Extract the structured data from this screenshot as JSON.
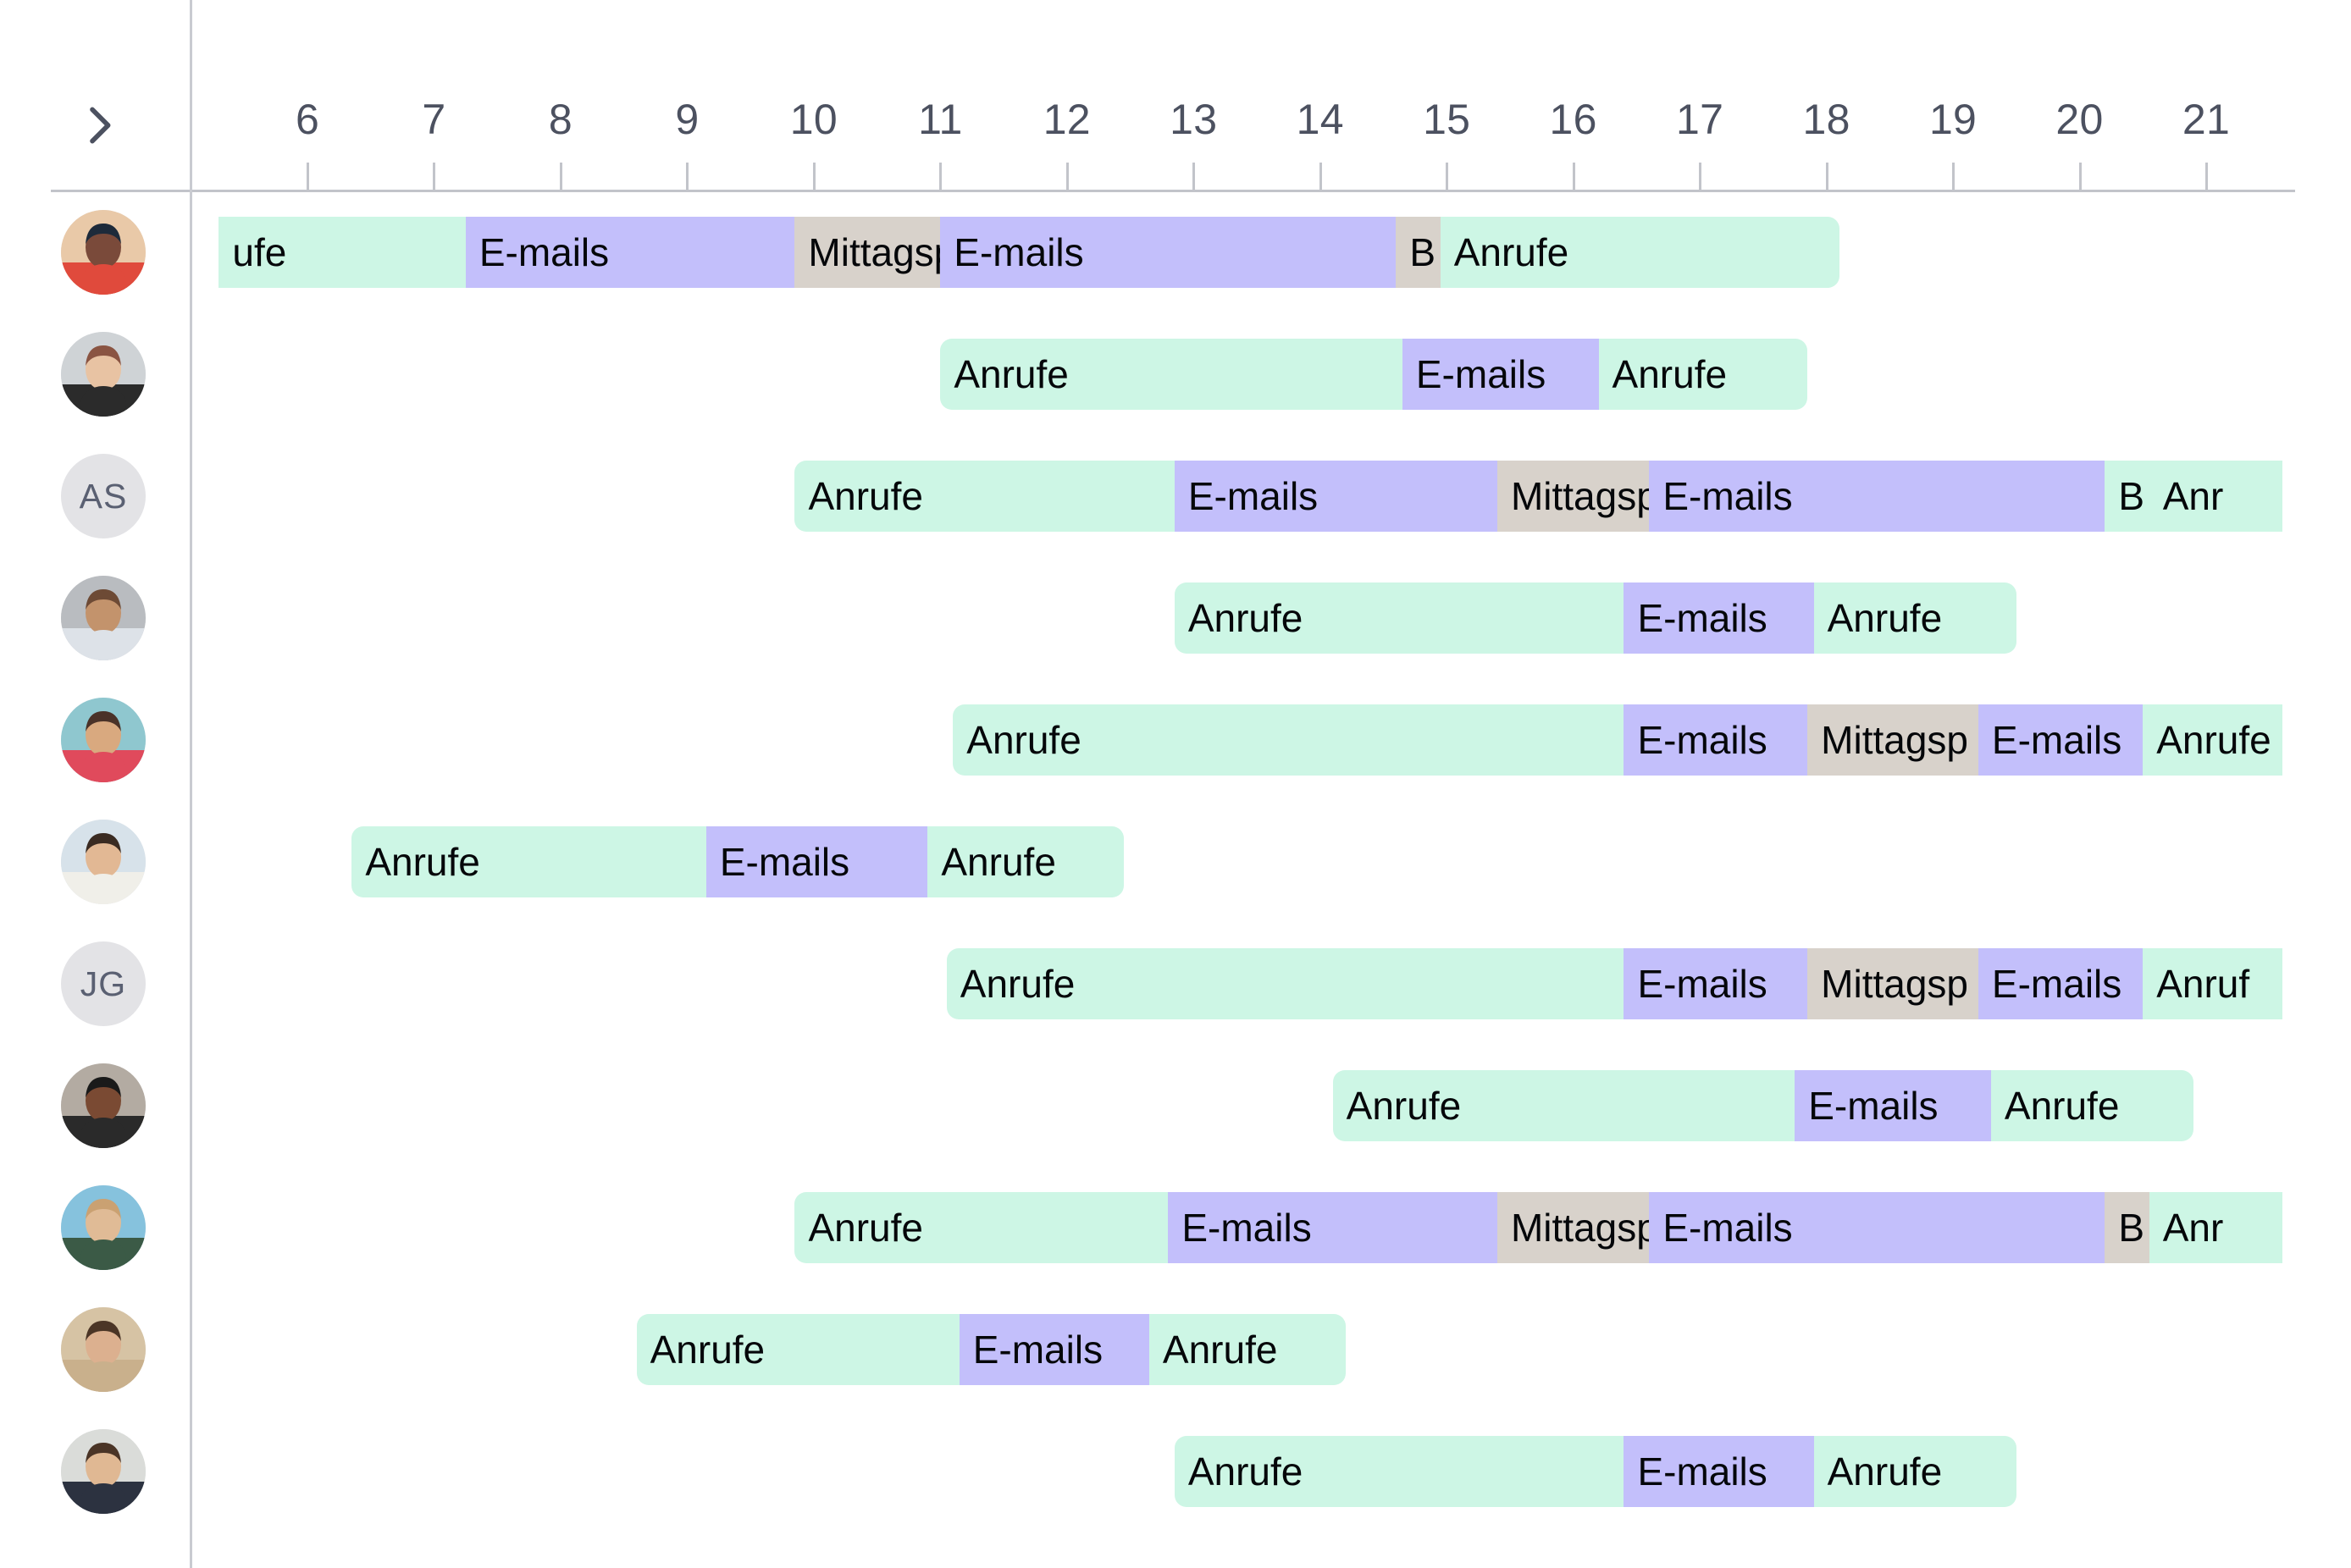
{
  "header": {
    "collapse_icon": "chevron-right-icon",
    "axis": {
      "unit": "hour",
      "ticks": [
        6,
        7,
        8,
        9,
        10,
        11,
        12,
        13,
        14,
        15,
        16,
        17,
        18,
        19,
        20,
        21
      ],
      "tick_labels": [
        "6",
        "7",
        "8",
        "9",
        "10",
        "11",
        "12",
        "13",
        "14",
        "15",
        "16",
        "17",
        "18",
        "19",
        "20",
        "21"
      ],
      "range_start": 5.3,
      "range_end": 21.5
    }
  },
  "colors": {
    "calls": "#cdf6e5",
    "emails": "#c3bffb",
    "break": "#d8d2cb",
    "axis_line": "#c2c4ca",
    "divider": "#c9cbd1",
    "tick_text": "#4c5160",
    "avatar_placeholder_bg": "#e3e3e6",
    "initials_text": "#5a6072"
  },
  "shift_types": {
    "calls": "Anrufe",
    "emails": "E-mails",
    "lunch": "Mittagspause",
    "short_break": "Bildschirmpause"
  },
  "rows": [
    {
      "avatar": {
        "type": "photo",
        "name": "avatar-photo-man-red-headband",
        "initials": ""
      },
      "clipped_left": true,
      "clipped_right": false,
      "segments": [
        {
          "type": "calls",
          "label": "ufe",
          "start": 5.3,
          "end": 7.25
        },
        {
          "type": "emails",
          "label": "E-mails",
          "start": 7.25,
          "end": 9.85
        },
        {
          "type": "break",
          "label": "Mittagsp",
          "start": 9.85,
          "end": 11.0
        },
        {
          "type": "emails",
          "label": "E-mails",
          "start": 11.0,
          "end": 14.6
        },
        {
          "type": "break",
          "label": "B",
          "start": 14.6,
          "end": 14.95
        },
        {
          "type": "calls",
          "label": "Anrufe",
          "start": 14.95,
          "end": 18.1
        }
      ]
    },
    {
      "avatar": {
        "type": "photo",
        "name": "avatar-photo-man-sunglasses",
        "initials": ""
      },
      "clipped_left": false,
      "clipped_right": false,
      "segments": [
        {
          "type": "calls",
          "label": "Anrufe",
          "start": 11.0,
          "end": 14.65
        },
        {
          "type": "emails",
          "label": "E-mails",
          "start": 14.65,
          "end": 16.2
        },
        {
          "type": "calls",
          "label": "Anrufe",
          "start": 16.2,
          "end": 17.85
        }
      ]
    },
    {
      "avatar": {
        "type": "initials",
        "name": "avatar-initials-as",
        "initials": "AS"
      },
      "clipped_left": false,
      "clipped_right": true,
      "segments": [
        {
          "type": "calls",
          "label": "Anrufe",
          "start": 9.85,
          "end": 12.85
        },
        {
          "type": "emails",
          "label": "E-mails",
          "start": 12.85,
          "end": 15.4
        },
        {
          "type": "break",
          "label": "Mittagsp",
          "start": 15.4,
          "end": 16.6
        },
        {
          "type": "emails",
          "label": "E-mails",
          "start": 16.6,
          "end": 20.2
        },
        {
          "type": "calls",
          "label": "B",
          "start": 20.2,
          "end": 20.55
        },
        {
          "type": "calls",
          "label": "Anr",
          "start": 20.55,
          "end": 21.6
        }
      ]
    },
    {
      "avatar": {
        "type": "photo",
        "name": "avatar-photo-woman-waving",
        "initials": ""
      },
      "clipped_left": false,
      "clipped_right": false,
      "segments": [
        {
          "type": "calls",
          "label": "Anrufe",
          "start": 12.85,
          "end": 16.4
        },
        {
          "type": "emails",
          "label": "E-mails",
          "start": 16.4,
          "end": 17.9
        },
        {
          "type": "calls",
          "label": "Anrufe",
          "start": 17.9,
          "end": 19.5
        }
      ]
    },
    {
      "avatar": {
        "type": "photo",
        "name": "avatar-photo-woman-red-top",
        "initials": ""
      },
      "clipped_left": false,
      "clipped_right": true,
      "segments": [
        {
          "type": "calls",
          "label": "Anrufe",
          "start": 11.1,
          "end": 16.4
        },
        {
          "type": "emails",
          "label": "E-mails",
          "start": 16.4,
          "end": 17.85
        },
        {
          "type": "break",
          "label": "Mittagsp",
          "start": 17.85,
          "end": 19.2
        },
        {
          "type": "emails",
          "label": "E-mails",
          "start": 19.2,
          "end": 20.5
        },
        {
          "type": "calls",
          "label": "Anrufe",
          "start": 20.5,
          "end": 21.6
        }
      ]
    },
    {
      "avatar": {
        "type": "photo",
        "name": "avatar-photo-woman-beach",
        "initials": ""
      },
      "clipped_left": false,
      "clipped_right": false,
      "segments": [
        {
          "type": "calls",
          "label": "Anrufe",
          "start": 6.35,
          "end": 9.15
        },
        {
          "type": "emails",
          "label": "E-mails",
          "start": 9.15,
          "end": 10.9
        },
        {
          "type": "calls",
          "label": "Anrufe",
          "start": 10.9,
          "end": 12.45
        }
      ]
    },
    {
      "avatar": {
        "type": "initials",
        "name": "avatar-initials-jg",
        "initials": "JG"
      },
      "clipped_left": false,
      "clipped_right": true,
      "segments": [
        {
          "type": "calls",
          "label": "Anrufe",
          "start": 11.05,
          "end": 16.4
        },
        {
          "type": "emails",
          "label": "E-mails",
          "start": 16.4,
          "end": 17.85
        },
        {
          "type": "break",
          "label": "Mittagsp",
          "start": 17.85,
          "end": 19.2
        },
        {
          "type": "emails",
          "label": "E-mails",
          "start": 19.2,
          "end": 20.5
        },
        {
          "type": "calls",
          "label": "Anruf",
          "start": 20.5,
          "end": 21.6
        }
      ]
    },
    {
      "avatar": {
        "type": "photo",
        "name": "avatar-photo-man-laughing",
        "initials": ""
      },
      "clipped_left": false,
      "clipped_right": false,
      "segments": [
        {
          "type": "calls",
          "label": "Anrufe",
          "start": 14.1,
          "end": 17.75
        },
        {
          "type": "emails",
          "label": "E-mails",
          "start": 17.75,
          "end": 19.3
        },
        {
          "type": "calls",
          "label": "Anrufe",
          "start": 19.3,
          "end": 20.9
        }
      ]
    },
    {
      "avatar": {
        "type": "photo",
        "name": "avatar-photo-man-long-hair",
        "initials": ""
      },
      "clipped_left": false,
      "clipped_right": true,
      "segments": [
        {
          "type": "calls",
          "label": "Anrufe",
          "start": 9.85,
          "end": 12.8
        },
        {
          "type": "emails",
          "label": "E-mails",
          "start": 12.8,
          "end": 15.4
        },
        {
          "type": "break",
          "label": "Mittagsp",
          "start": 15.4,
          "end": 16.6
        },
        {
          "type": "emails",
          "label": "E-mails",
          "start": 16.6,
          "end": 20.2
        },
        {
          "type": "break",
          "label": "B",
          "start": 20.2,
          "end": 20.55
        },
        {
          "type": "calls",
          "label": "Anr",
          "start": 20.55,
          "end": 21.6
        }
      ]
    },
    {
      "avatar": {
        "type": "photo",
        "name": "avatar-photo-woman-field",
        "initials": ""
      },
      "clipped_left": false,
      "clipped_right": false,
      "segments": [
        {
          "type": "calls",
          "label": "Anrufe",
          "start": 8.6,
          "end": 11.15
        },
        {
          "type": "emails",
          "label": "E-mails",
          "start": 11.15,
          "end": 12.65
        },
        {
          "type": "calls",
          "label": "Anrufe",
          "start": 12.65,
          "end": 14.2
        }
      ]
    },
    {
      "avatar": {
        "type": "photo",
        "name": "avatar-photo-woman-brown-hair",
        "initials": ""
      },
      "clipped_left": false,
      "clipped_right": false,
      "segments": [
        {
          "type": "calls",
          "label": "Anrufe",
          "start": 12.85,
          "end": 16.4
        },
        {
          "type": "emails",
          "label": "E-mails",
          "start": 16.4,
          "end": 17.9
        },
        {
          "type": "calls",
          "label": "Anrufe",
          "start": 17.9,
          "end": 19.5
        }
      ]
    }
  ]
}
